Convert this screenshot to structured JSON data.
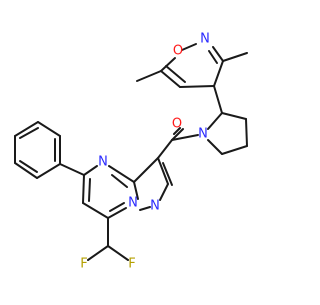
{
  "molecule": {
    "atom_labels": {
      "isoxazole_o": "O",
      "isoxazole_n": "N",
      "pyrrolidine_n": "N",
      "carbonyl_o": "O",
      "pyrimidine_n": "N",
      "bridge_n": "N",
      "pyrazole_n": "N",
      "fluorine_left": "F",
      "fluorine_right": "F"
    },
    "colors": {
      "bond": "#1a1a1a",
      "carbon": "#1a1a1a",
      "nitrogen": "#2a2aff",
      "oxygen": "#ff1a1a",
      "fluorine": "#b5a000"
    }
  }
}
